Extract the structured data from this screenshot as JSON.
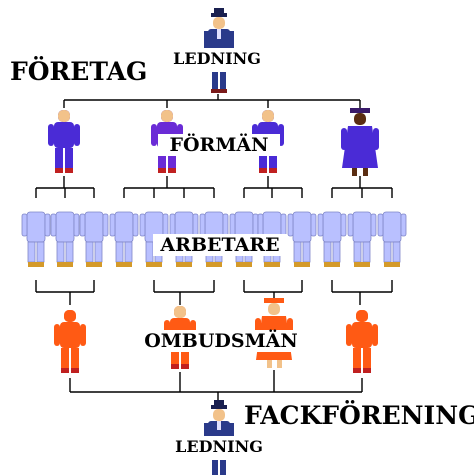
{
  "labels": {
    "company": "FÖRETAG",
    "company_management": "LEDNING",
    "foremen": "FÖRMÄN",
    "workers": "ARBETARE",
    "shop_stewards": "OMBUDSMÄN",
    "union": "FACKFÖRENING",
    "union_management": "LEDNING"
  },
  "colors": {
    "management": "#2a3a8a",
    "foreman": "#4a2bd6",
    "foreman_alt": "#6a2bd6",
    "worker": "#b9c0ff",
    "steward": "#ff5a14",
    "skin_light": "#f2c28a",
    "skin_dark": "#5a2d12",
    "shoe": "#d49a2a",
    "shoe_dark": "#c02020"
  }
}
